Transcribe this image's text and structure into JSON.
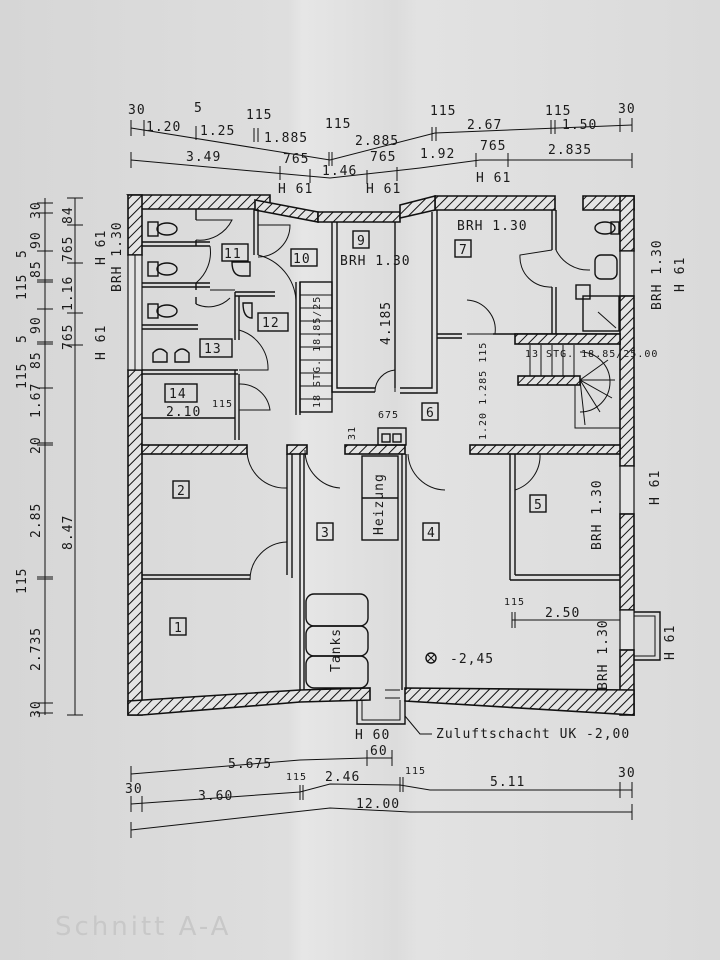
{
  "drawing": {
    "title": "Floor plan – basement (Kellergeschoss)",
    "ghost_text": "Schnitt A-A",
    "paper_color": "#dedede",
    "ink_color": "#111111"
  },
  "dimensions": {
    "top_row1": [
      "30",
      "1.20",
      "5",
      "1.25",
      "115",
      "1.885",
      "115",
      "2.885",
      "115",
      "2.67",
      "115",
      "1.50",
      "30"
    ],
    "top_row2": [
      "3.49",
      "765",
      "1.46",
      "765",
      "1.92",
      "765",
      "2.835"
    ],
    "top_window_heights": [
      "H 61",
      "H 61",
      "H 61"
    ],
    "left_row1": [
      "30",
      "1.67",
      "115",
      "85",
      "5",
      "90",
      "115",
      "85",
      "5",
      "90",
      "30"
    ],
    "left_row2": [
      "765",
      "1.16",
      "765",
      "84"
    ],
    "left_lower": [
      "20",
      "2.85",
      "115",
      "2.735",
      "30"
    ],
    "left_total": "8.47",
    "left_window_labels": [
      "H 61",
      "H 61",
      "BRH 1.30"
    ],
    "bottom_row1": [
      "5.675",
      "60"
    ],
    "bottom_row2": [
      "30",
      "3.60",
      "115",
      "2.46",
      "115",
      "5.11",
      "30"
    ],
    "bottom_total": "12.00",
    "bottom_h": "H 60"
  },
  "rooms": [
    {
      "number": "1"
    },
    {
      "number": "2"
    },
    {
      "number": "3"
    },
    {
      "number": "4"
    },
    {
      "number": "5"
    },
    {
      "number": "6"
    },
    {
      "number": "7"
    },
    {
      "number": "9"
    },
    {
      "number": "10"
    },
    {
      "number": "11"
    },
    {
      "number": "12"
    },
    {
      "number": "13"
    },
    {
      "number": "14"
    }
  ],
  "annotations": {
    "room9_brh": "BRH 1.30",
    "room9_len": "4.185",
    "room7_brh": "BRH 1.30",
    "room14_dim": "2.10",
    "room14_115": "115",
    "stair_left": "18 STG. 18.85/25",
    "stair_right": "13 STG. 18.85/25.00",
    "dim_31": "31",
    "dim_675": "675",
    "dim_6_vert": "1.20 1.285 115",
    "heizung": "Heizung",
    "tanks": "Tanks",
    "room5_brh": "BRH 1.30",
    "room4_dim_115": "115",
    "room4_dim": "2.50",
    "floor_level": "-2,45",
    "right_brh_lower": "BRH 1.30",
    "right_h_lower": "H 61",
    "right_brh_upper": "BRH 1.30",
    "right_h_upper": "H 61",
    "right_h_mid": "H 61",
    "zuluft": "Zuluftschacht UK -2,00"
  }
}
